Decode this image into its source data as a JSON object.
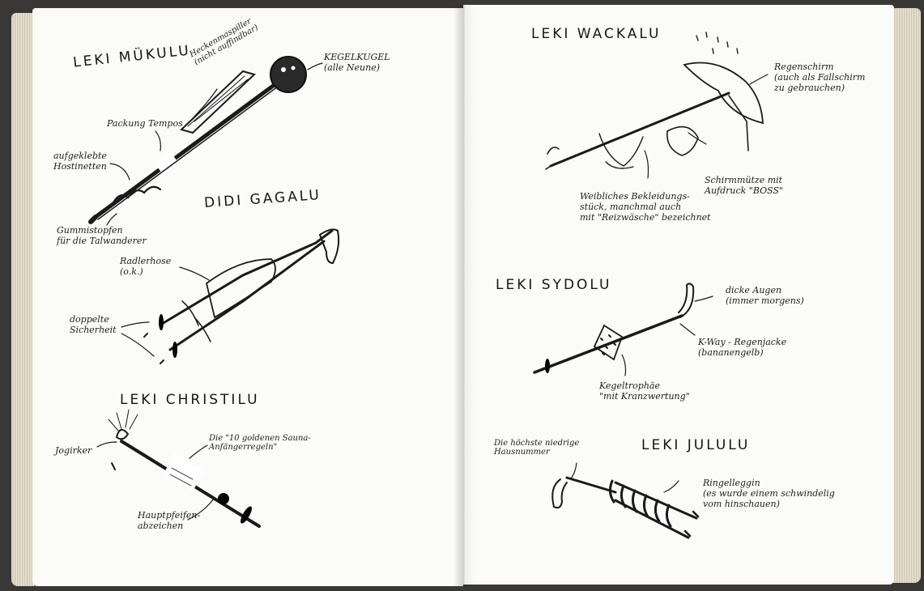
{
  "left_page": {
    "mukulu": {
      "title": "LEKI MÜKULU",
      "labels": [
        "Heckenmaspiller\n(nicht auffindbar)",
        "KEGELKUGEL\n(alle Neune)",
        "Packung Tempos",
        "aufgeklebte\nHostinetten",
        "Gummistopfen\nfür die Talwanderer"
      ]
    },
    "gagalu": {
      "title": "DIDI GAGALU",
      "labels": [
        "Radlerhose\n(o.k.)",
        "doppelte\nSicherheit"
      ]
    },
    "christilu": {
      "title": "LEKI CHRISTILU",
      "labels": [
        "Jogirker",
        "Die \"10 goldenen Sauna-\nAnfängerregeln\"",
        "Hauptpfeifen-\nabzeichen"
      ]
    }
  },
  "right_page": {
    "wackalu": {
      "title": "LEKI WACKALU",
      "labels": [
        "Regenschirm\n(auch als Fallschirm\nzu gebrauchen)",
        "Schirmmütze mit\nAufdruck \"BOSS\"",
        "Weibliches Bekleidungs-\nstück, manchmal auch\nmit \"Reizwäsche\" bezeichnet"
      ]
    },
    "sydolu": {
      "title": "LEKI SYDOLU",
      "labels": [
        "dicke Augen\n(immer morgens)",
        "K-Way - Regenjacke\n(bananengelb)",
        "Kegeltrophäe\n\"mit Kranzwertung\""
      ]
    },
    "julului": {
      "title": "LEKI JULULU",
      "labels": [
        "Die höchste niedrige\nHausnummer",
        "Ringelleggin\n(es wurde einem schwindelig\nvom hinschauen)"
      ]
    }
  },
  "colors": {
    "paper": "#fbfbfa",
    "ink": "#1a1a1a",
    "background": "#3a3836"
  }
}
